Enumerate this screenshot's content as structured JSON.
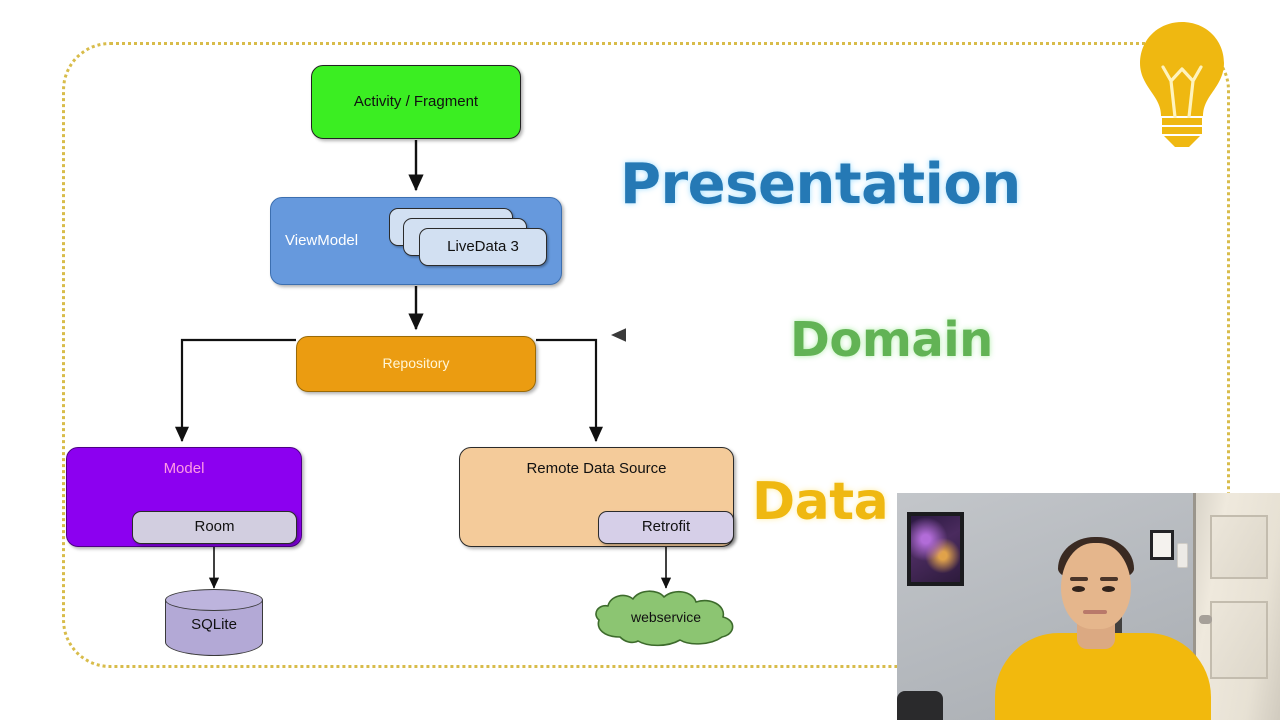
{
  "slide": {
    "frame": {
      "name": "app-architecture-boundary"
    },
    "nodes": {
      "activity": {
        "label": "Activity / Fragment",
        "color": "#3bee22"
      },
      "viewmodel": {
        "label": "ViewModel",
        "color": "#6699dd"
      },
      "livedata": {
        "front_label": "LiveData 3",
        "card1_label": "",
        "card2_label": "",
        "color": "#d2e0f2"
      },
      "repository": {
        "label": "Repository",
        "color": "#eb9c11"
      },
      "model": {
        "label": "Model",
        "color": "#8c00f0"
      },
      "room": {
        "label": "Room",
        "color": "#d2cee0"
      },
      "remote": {
        "label": "Remote Data Source",
        "color": "#f4cb9a"
      },
      "retrofit": {
        "label": "Retrofit",
        "color": "#d6cfe8"
      },
      "sqlite": {
        "label": "SQLite",
        "color": "#b3a9d6"
      },
      "webservice": {
        "label": "webservice",
        "color": "#8cc572"
      }
    },
    "zones": [
      {
        "key": "presentation",
        "label": "Presentation",
        "color": "#2579b5"
      },
      {
        "key": "domain",
        "label": "Domain",
        "color": "#62b355"
      },
      {
        "key": "data",
        "label": "Data",
        "color": "#efb811"
      }
    ],
    "decor": {
      "lightbulb_icon": "lightbulb-icon",
      "lightbulb_color": "#efb811",
      "border_color": "#d8bc4a"
    },
    "webcam": {
      "name": "presenter-webcam",
      "caption": ""
    }
  }
}
